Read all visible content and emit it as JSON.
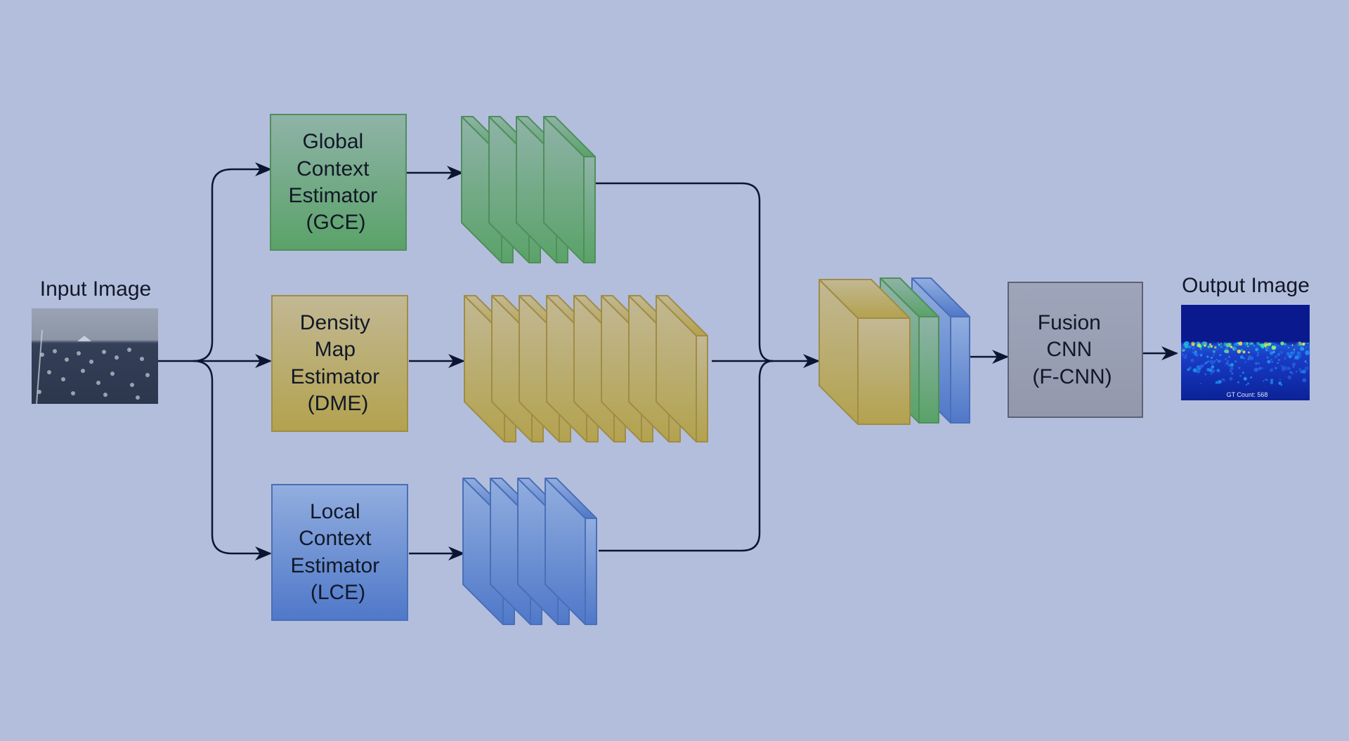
{
  "input": {
    "label": "Input Image"
  },
  "output": {
    "label": "Output Image",
    "gt_count": "GT Count: 568"
  },
  "modules": {
    "gce": {
      "lines": [
        "Global",
        "Context",
        "Estimator",
        "(GCE)"
      ]
    },
    "dme": {
      "lines": [
        "Density",
        "Map",
        "Estimator",
        "(DME)"
      ]
    },
    "lce": {
      "lines": [
        "Local",
        "Context",
        "Estimator",
        "(LCE)"
      ]
    },
    "fcnn": {
      "lines": [
        "Fusion",
        "CNN",
        "(F-CNN)"
      ]
    }
  },
  "feature_maps": {
    "gce_count": 4,
    "dme_count": 8,
    "lce_count": 4
  },
  "colors": {
    "background": "#b3bedc",
    "green_top": "#8fb3a8",
    "green_bottom": "#5aa268",
    "green_stroke": "#4f8f5a",
    "yellow_top": "#c2b894",
    "yellow_bottom": "#b3a24e",
    "yellow_stroke": "#a08c45",
    "blue_top": "#92aedf",
    "blue_bottom": "#4f78c9",
    "blue_stroke": "#4a6fb8",
    "gray_fill": "#9aa1b8",
    "gray_stroke": "#5c6274",
    "arrow": "#0c1530"
  }
}
